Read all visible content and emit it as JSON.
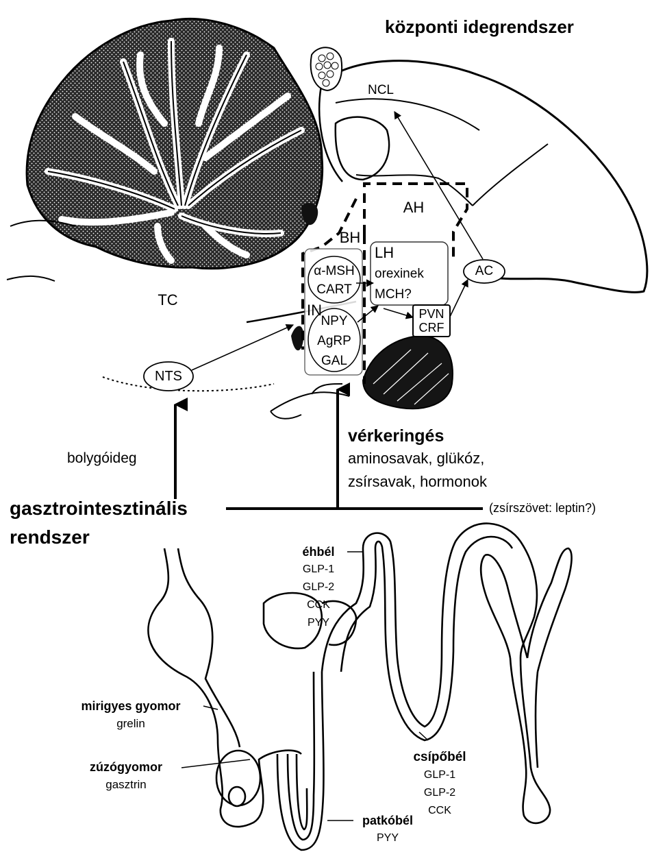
{
  "title": "központi idegrendszer",
  "brain": {
    "ncl": "NCL",
    "ah": "AH",
    "bh": "BH",
    "tc": "TC",
    "lh": "LH",
    "orexin": "orexinek",
    "mch": "MCH?",
    "ac": "AC",
    "pvn": "PVN",
    "crf": "CRF",
    "in": "IN",
    "msh": "α-MSH",
    "cart": "CART",
    "npy": "NPY",
    "agrp": "AgRP",
    "gal": "GAL",
    "nts": "NTS"
  },
  "pathways": {
    "vagus": "bolygóideg",
    "circulation": "vérkeringés",
    "circ_line1": "aminosavak, glükóz,",
    "circ_line2": "zsírsavak, hormonok",
    "adipose": "(zsírszövet: leptin?)",
    "gi_line1": "gasztrointesztinális",
    "gi_line2": "rendszer"
  },
  "gut": {
    "jejunum": {
      "name": "éhbél",
      "hormones": [
        "GLP-1",
        "GLP-2",
        "CCK",
        "PYY"
      ]
    },
    "proventriculus": {
      "name": "mirigyes gyomor",
      "hormones": [
        "grelin"
      ]
    },
    "gizzard": {
      "name": "zúzógyomor",
      "hormones": [
        "gasztrin"
      ]
    },
    "ileum": {
      "name": "csípőbél",
      "hormones": [
        "GLP-1",
        "GLP-2",
        "CCK"
      ]
    },
    "duodenum": {
      "name": "patkóbél",
      "hormones": [
        "PYY"
      ]
    }
  }
}
